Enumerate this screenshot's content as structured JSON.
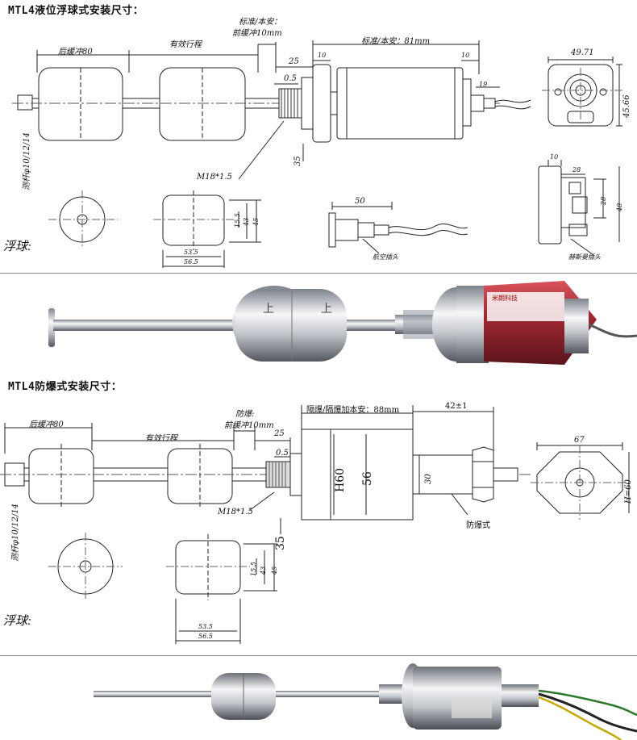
{
  "sections": {
    "mtl4": {
      "title": "MTL4液位浮球式安装尺寸：",
      "labels": {
        "std_front": "标准/本安：",
        "front_buffer": "前缓冲10mm",
        "rear_buffer": "后缓冲80",
        "stroke": "有效行程",
        "std_len": "标准/本安：81mm",
        "d25": "25",
        "d05": "0.5",
        "d10a": "10",
        "d10b": "10",
        "d19": "19",
        "d35": "35",
        "thread": "M18*1.5",
        "rod": "测杆φ10/12/14",
        "w4971": "49.71",
        "h4566": "45.66",
        "d10c": "10",
        "d28a": "28",
        "d28b": "28",
        "d48": "48",
        "d50": "50",
        "aviation": "航空插头",
        "hirschmann": "赫斯曼插头",
        "float_word": "浮球:",
        "f155": "15.5",
        "f43": "43",
        "f45": "45",
        "f535": "53.5",
        "f565": "56.5"
      }
    },
    "photo1": {
      "label_brand": "米朗科技",
      "float_mark_a": "上",
      "float_mark_b": "上"
    },
    "explosion": {
      "title": "MTL4防爆式安装尺寸：",
      "labels": {
        "rear_buffer": "后缓冲80",
        "stroke": "有效行程",
        "proof": "防爆:",
        "front_buffer": "前缓冲10mm",
        "d25": "25",
        "d05": "0.5",
        "iso_len": "隔爆/隔爆加本安：88mm",
        "d42": "42±1",
        "h60": "H60",
        "d56": "56",
        "d30": "30",
        "d67": "67",
        "h60b": "H=60",
        "thread": "M18*1.5",
        "d35": "35",
        "explosion_type": "防爆式",
        "rod": "测杆φ10/12/14",
        "float_word": "浮球:",
        "f155": "15.5",
        "f43": "43",
        "f45": "45",
        "f535": "53.5",
        "f565": "56.5"
      }
    }
  },
  "colors": {
    "line": "#222222",
    "dim": "#444444",
    "steel_light": "#f4f4f6",
    "steel_mid": "#b8bcc2",
    "steel_dark": "#5a5f66",
    "red_body": "#a32a33",
    "red_dark": "#6e1820"
  }
}
